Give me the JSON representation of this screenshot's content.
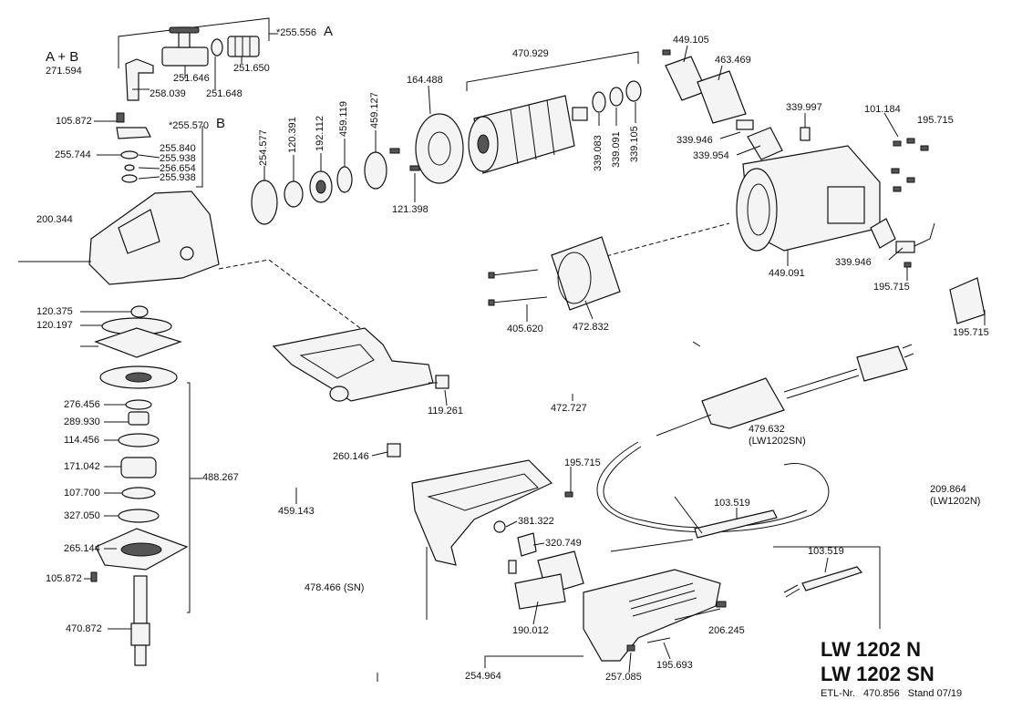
{
  "assembly_a": {
    "label": "*255.556",
    "letter": "A"
  },
  "assembly_b": {
    "label": "*255.570",
    "letter": "B"
  },
  "assembly_ab": {
    "letter": "A + B",
    "label": "271.594"
  },
  "parts": {
    "p258039": "258.039",
    "p251646": "251.646",
    "p251648": "251.648",
    "p251650": "251.650",
    "p105872a": "105.872",
    "p255840": "255.840",
    "p255938a": "255.938",
    "p256654": "256.654",
    "p255938b": "255.938",
    "p255744": "255.744",
    "p200344": "200.344",
    "p254577": "254.577",
    "p120391": "120.391",
    "p192112": "192.112",
    "p459119": "459.119",
    "p459127": "459.127",
    "p121398": "121.398",
    "p164488": "164.488",
    "p470929": "470.929",
    "p339083": "339.083",
    "p339091": "339.091",
    "p339105": "339.105",
    "p449105": "449.105",
    "p463469": "463.469",
    "p339997": "339.997",
    "p339946a": "339.946",
    "p339954": "339.954",
    "p101184": "101.184",
    "p195715a": "195.715",
    "p449091": "449.091",
    "p339946b": "339.946",
    "p195715b": "195.715",
    "p195715c": "195.715",
    "p405620": "405.620",
    "p472832": "472.832",
    "p120375": "120.375",
    "p120197": "120.197",
    "p276456": "276.456",
    "p289930": "289.930",
    "p114456": "114.456",
    "p171042": "171.042",
    "p488267": "488.267",
    "p107700": "107.700",
    "p327050": "327.050",
    "p265144": "265.144",
    "p105872b": "105.872",
    "p470872": "470.872",
    "p119261": "119.261",
    "p472727": "472.727",
    "p479632": "479.632",
    "p479632note": "(LW1202SN)",
    "p260146": "260.146",
    "p195715d": "195.715",
    "p459143": "459.143",
    "p381322": "381.322",
    "p320749": "320.749",
    "p478466": "478.466 (SN)",
    "p190012": "190.012",
    "p103519a": "103.519",
    "p103519b": "103.519",
    "p209864": "209.864",
    "p209864note": "(LW1202N)",
    "p206245": "206.245",
    "p195693": "195.693",
    "p254964": "254.964",
    "p257085": "257.085"
  },
  "model": {
    "line1": "LW 1202 N",
    "line2": "LW 1202 SN"
  },
  "footer": {
    "etl_prefix": "ETL-Nr.",
    "etl_number": "470.856",
    "stand": "Stand 07/19"
  }
}
